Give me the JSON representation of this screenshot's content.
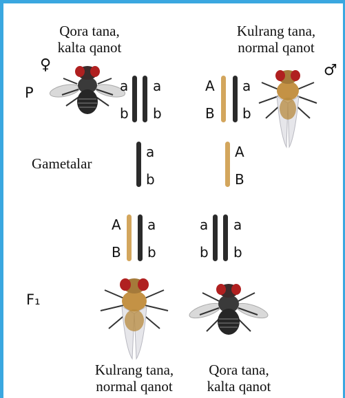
{
  "captions": {
    "female_parent": [
      "Qora tana,",
      "kalta qanot"
    ],
    "male_parent": [
      "Kulrang tana,",
      "normal qanot"
    ],
    "offspring_grey": [
      "Kulrang tana,",
      "normal qanot"
    ],
    "offspring_black": [
      "Qora tana,",
      "kalta qanot"
    ]
  },
  "labels": {
    "female_symbol": "♀",
    "male_symbol": "♂",
    "parent": "P",
    "gametes": "Gametalar",
    "f1": "F₁"
  },
  "alleles": {
    "parent_female": {
      "left": [
        "a",
        "b"
      ],
      "right": [
        "a",
        "b"
      ]
    },
    "parent_male": {
      "left": [
        "A",
        "B"
      ],
      "right": [
        "a",
        "b"
      ]
    },
    "gamete_female": [
      "a",
      "b"
    ],
    "gamete_male": [
      "A",
      "B"
    ],
    "f1_grey": {
      "left": [
        "A",
        "B"
      ],
      "right": [
        "a",
        "b"
      ]
    },
    "f1_black": {
      "left": [
        "a",
        "b"
      ],
      "right": [
        "a",
        "b"
      ]
    }
  },
  "colors": {
    "border": "#3aa7e0",
    "dominant_chromosome": "#d3a65d",
    "recessive_chromosome": "#2b2b2b"
  }
}
